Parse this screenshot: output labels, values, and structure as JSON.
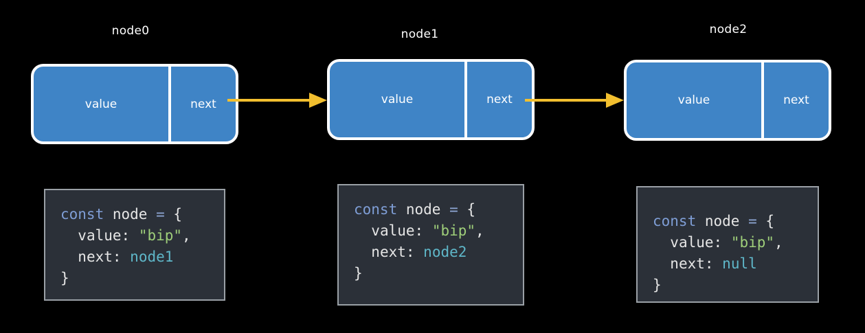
{
  "nodes": [
    {
      "title": "node0",
      "value_label": "value",
      "next_label": "next"
    },
    {
      "title": "node1",
      "value_label": "value",
      "next_label": "next"
    },
    {
      "title": "node2",
      "value_label": "value",
      "next_label": "next"
    }
  ],
  "code_panels": [
    {
      "keyword": "const",
      "var": "node",
      "eq": "=",
      "open": "{",
      "value_key": "value:",
      "value_str": "\"bip\"",
      "comma": ",",
      "next_key": "next:",
      "next_ref": "node1",
      "close": "}"
    },
    {
      "keyword": "const",
      "var": "node",
      "eq": "=",
      "open": "{",
      "value_key": "value:",
      "value_str": "\"bip\"",
      "comma": ",",
      "next_key": "next:",
      "next_ref": "node2",
      "close": "}"
    },
    {
      "keyword": "const",
      "var": "node",
      "eq": "=",
      "open": "{",
      "value_key": "value:",
      "value_str": "\"bip\"",
      "comma": ",",
      "next_key": "next:",
      "next_ref": "null",
      "close": "}"
    }
  ],
  "colors": {
    "background": "#000000",
    "node_fill": "#3f84c6",
    "node_border": "#ffffff",
    "arrow": "#f2bf2f",
    "code_bg": "#2b3038"
  }
}
